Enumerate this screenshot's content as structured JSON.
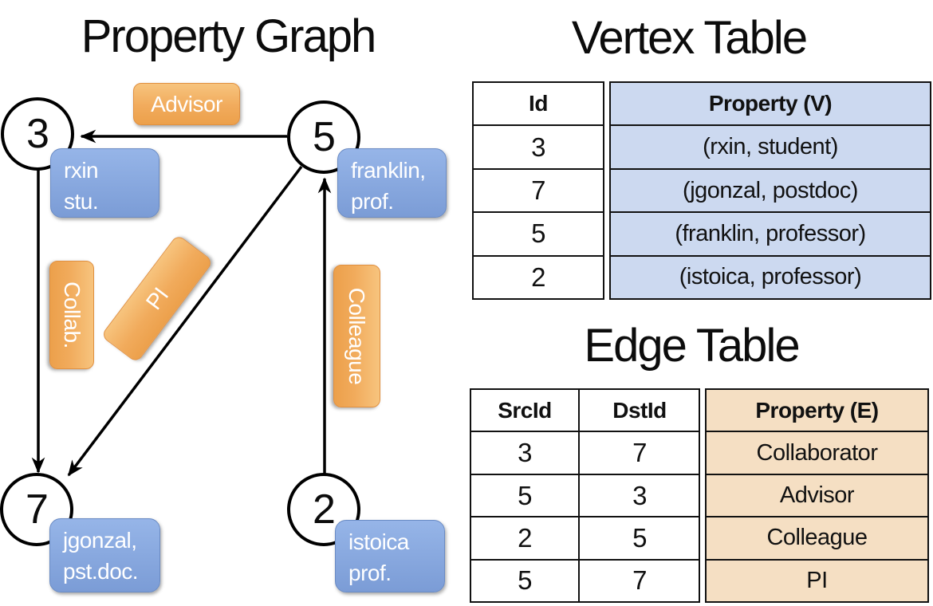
{
  "graph": {
    "title": "Property Graph",
    "nodes": [
      {
        "id": "3",
        "property_lines": [
          "rxin",
          "stu."
        ]
      },
      {
        "id": "5",
        "property_lines": [
          "franklin,",
          "prof."
        ]
      },
      {
        "id": "7",
        "property_lines": [
          "jgonzal,",
          "pst.doc."
        ]
      },
      {
        "id": "2",
        "property_lines": [
          "istoica",
          "prof."
        ]
      }
    ],
    "edge_labels": {
      "advisor": "Advisor",
      "collab": "Collab.",
      "pi": "PI",
      "colleague": "Colleague"
    }
  },
  "vertex_table": {
    "title": "Vertex Table",
    "columns": {
      "id": "Id",
      "property": "Property (V)"
    },
    "rows": [
      {
        "id": "3",
        "property": "(rxin, student)"
      },
      {
        "id": "7",
        "property": "(jgonzal, postdoc)"
      },
      {
        "id": "5",
        "property": "(franklin, professor)"
      },
      {
        "id": "2",
        "property": "(istoica, professor)"
      }
    ]
  },
  "edge_table": {
    "title": "Edge Table",
    "columns": {
      "src": "SrcId",
      "dst": "DstId",
      "property": "Property (E)"
    },
    "rows": [
      {
        "src": "3",
        "dst": "7",
        "property": "Collaborator"
      },
      {
        "src": "5",
        "dst": "3",
        "property": "Advisor"
      },
      {
        "src": "2",
        "dst": "5",
        "property": "Colleague"
      },
      {
        "src": "5",
        "dst": "7",
        "property": "PI"
      }
    ]
  },
  "colors": {
    "edge_label_fill": "#f0a85a",
    "edge_label_border": "#e19040",
    "vertex_label_fill": "#86a7dc",
    "vertex_label_border": "#6a8bc4",
    "vertex_table_cell_bg": "#ccd9f0",
    "edge_table_cell_bg": "#f5dfc3",
    "line_color": "#000000"
  }
}
